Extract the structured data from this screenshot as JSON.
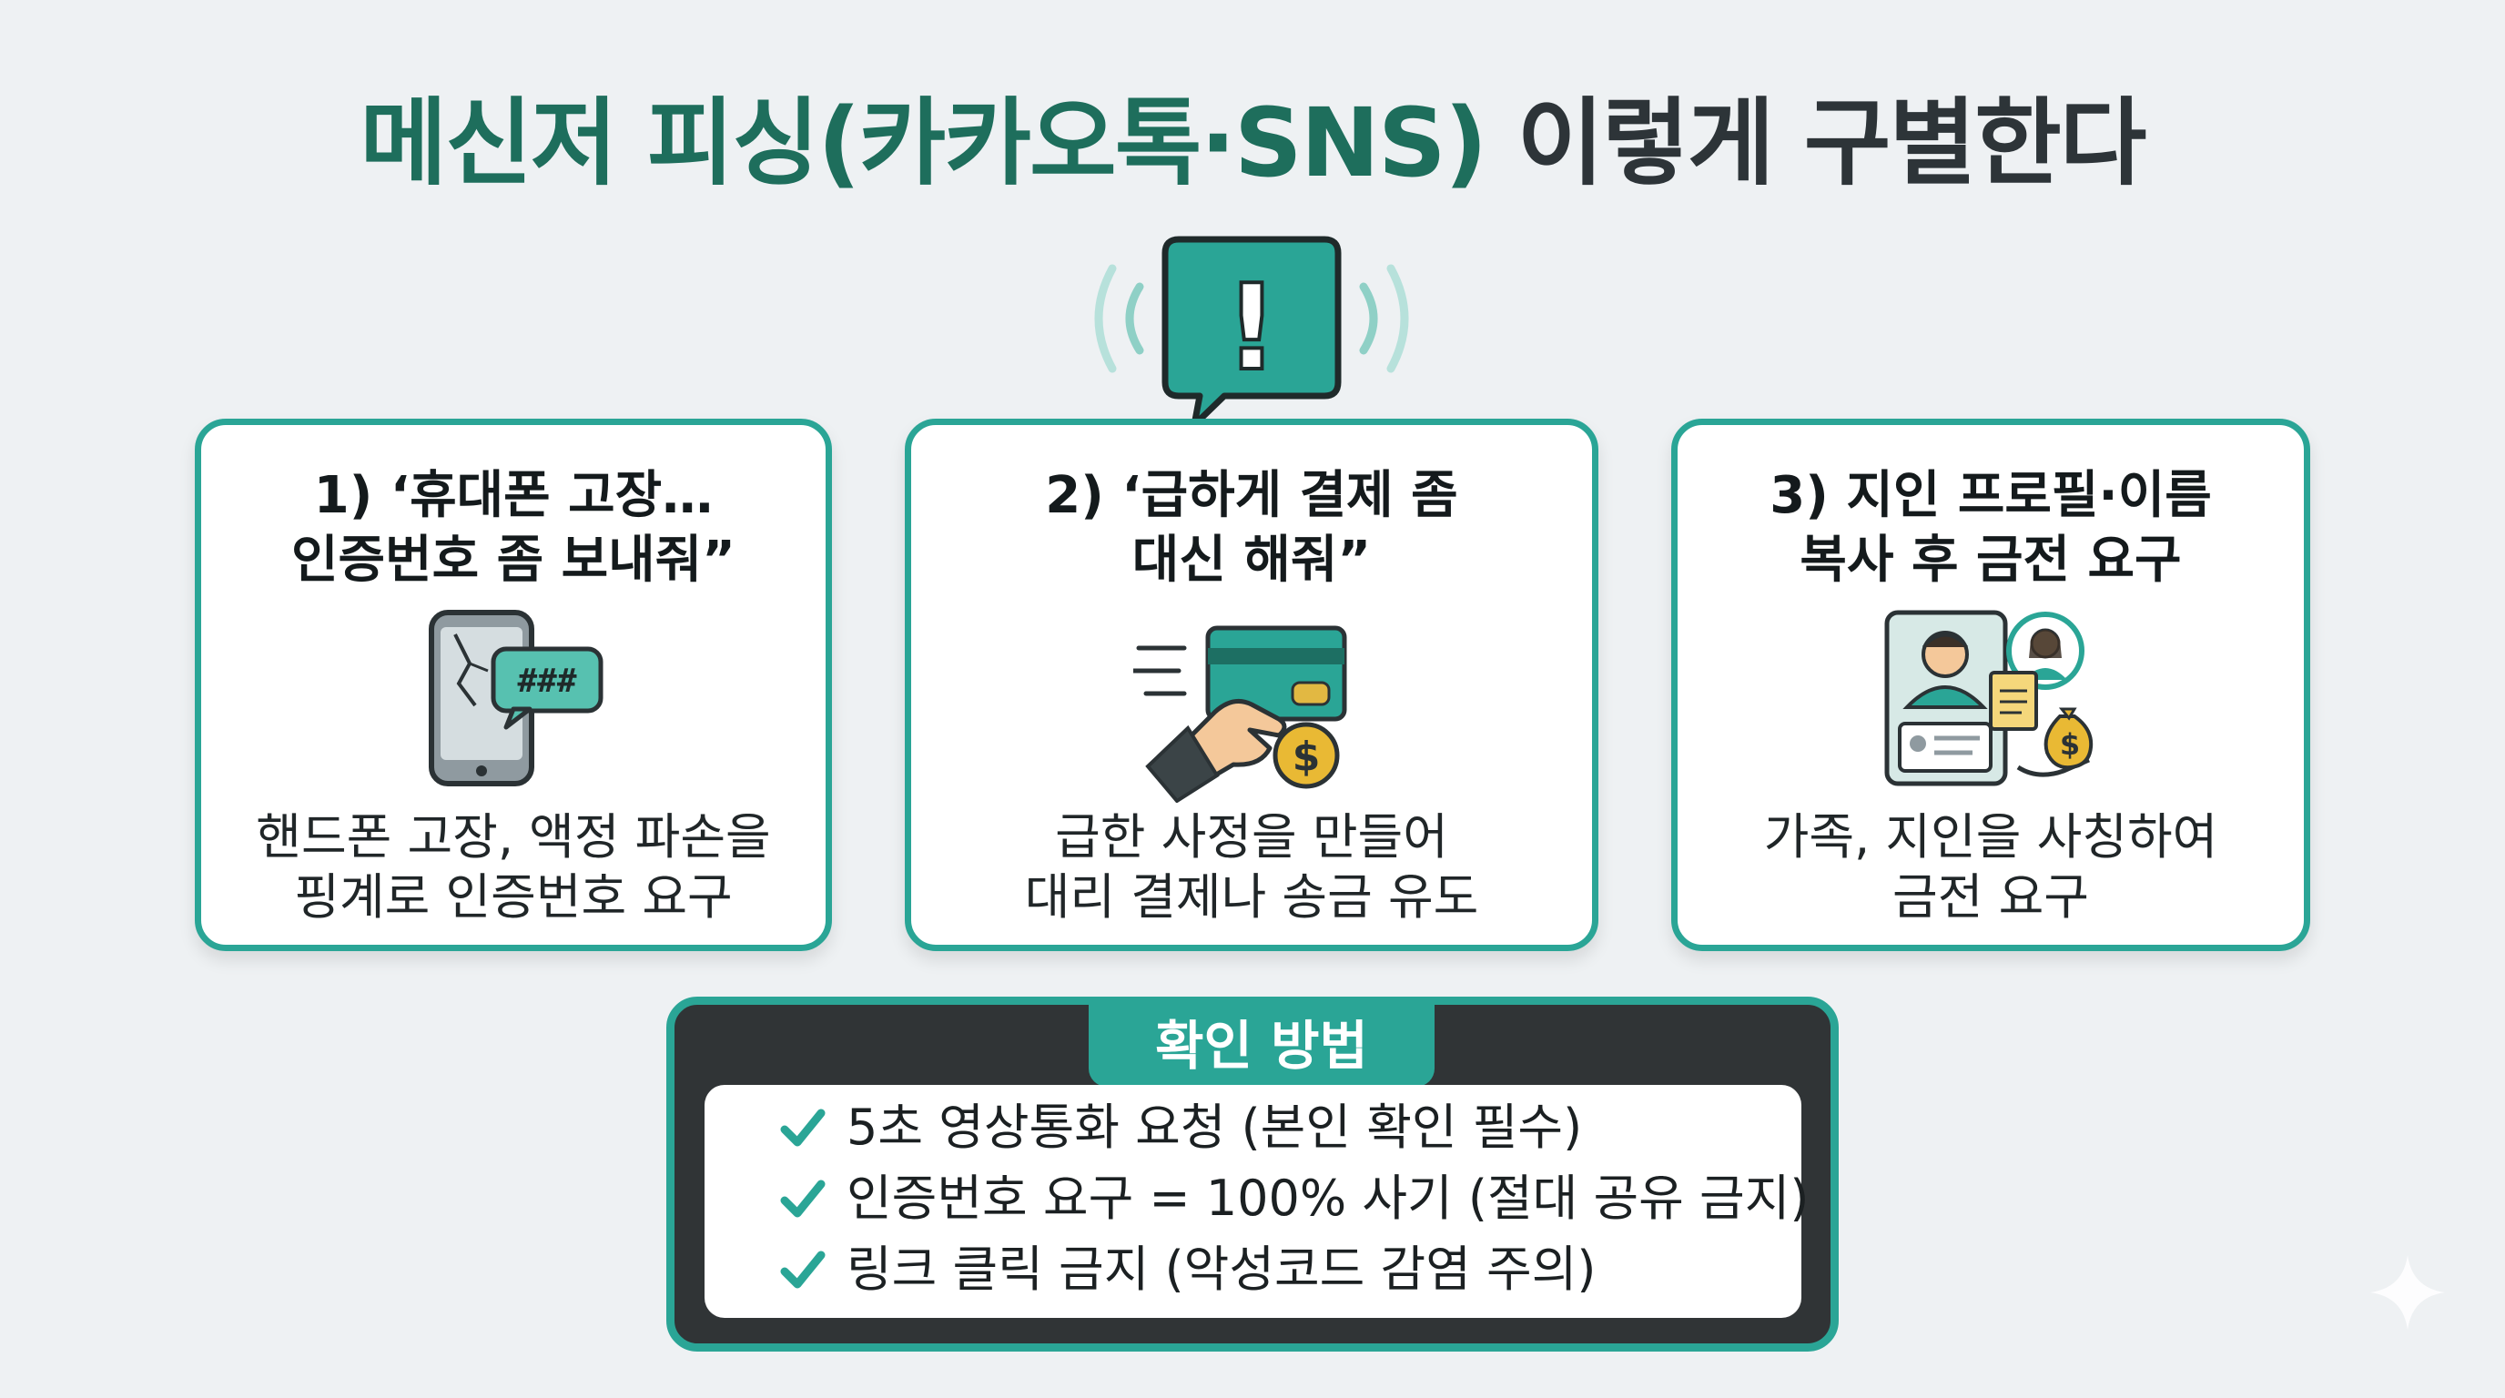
{
  "title": {
    "accent": "메신저 피싱(카카오톡·SNS)",
    "rest": " 이렇게 구별한다"
  },
  "alert": {
    "symbol": "!",
    "icon": "alert-speech-bubble-icon"
  },
  "cards": [
    {
      "heading": "1) ‘휴대폰 고장…\n인증번호 좀 보내줘”",
      "icon": "broken-phone-icon",
      "bubble_text": "###",
      "desc": "핸드폰 고장, 액정 파손을\n핑계로 인증번호 요구"
    },
    {
      "heading": "2) ‘급하게 결제 좀\n대신 해줘”",
      "icon": "hand-credit-card-icon",
      "coin_symbol": "$",
      "desc": "급한 사정을 만들어\n대리 결제나 송금 유도"
    },
    {
      "heading": "3) 지인 프로필·이름\n복사 후 금전 요구",
      "icon": "profile-copy-money-icon",
      "coin_symbol": "$",
      "desc": "가족, 지인을 사칭하여\n금전 요구"
    }
  ],
  "check": {
    "title": "확인 방법",
    "items": [
      "5초 영상통화 요청 (본인 확인 필수)",
      "인증번호 요구 = 100% 사기 (절대 공유 금지)",
      "링크 클릭 금지 (악성코드 감염 주의)"
    ]
  },
  "colors": {
    "teal": "#2aa596",
    "title_green": "#1e6e5c",
    "dark_panel": "#303436",
    "background": "#eef1f3"
  }
}
